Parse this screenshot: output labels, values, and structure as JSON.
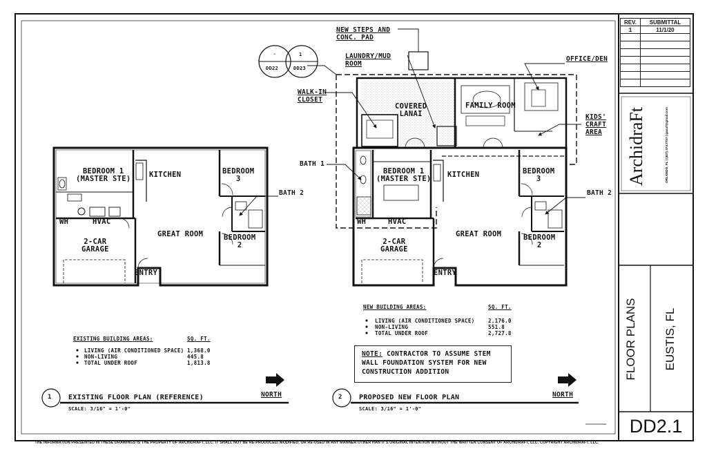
{
  "sheet": {
    "number": "DD2.1",
    "title": "FLOOR PLANS",
    "location": "EUSTIS, FL",
    "footer": "THE INFORMATION PRESENTED IN THESE DRAWINGS IS THE PROPERTY OF ARCHIDRAFT, LLC. IT SHALL NOT BE RE-PRODUCED, MODIFIED, OR RE-USED IN ANY MANNER OTHER HAN IT'S ORIGINAL INTENTION WITHOUT THE WRITTEN CONSENT OF ARCHIDRAFT, LLC. COPYRIGHT ARCHIDRAFT, LLC."
  },
  "revisions": {
    "header_rev": "REV.",
    "header_submittal": "SUBMITTAL",
    "rows": [
      {
        "rev": "1",
        "date": "11/1/20"
      }
    ]
  },
  "firm": {
    "name": "ArchidraFt",
    "contact": "ORLANDO, FL | (407) 474.7737 | gaouf@gmail.com"
  },
  "existing_plan": {
    "number": "1",
    "title": "EXISTING FLOOR PLAN (REFERENCE)",
    "scale": "SCALE: 3/16\" = 1'-0\"",
    "north": "NORTH",
    "rooms": {
      "bedroom1_a": "BEDROOM 1",
      "bedroom1_b": "(MASTER STE)",
      "kitchen": "KITCHEN",
      "bedroom3_a": "BEDROOM",
      "bedroom3_b": "3",
      "bath2": "BATH 2",
      "wh": "WH",
      "hvac": "HVAC",
      "great_room": "GREAT ROOM",
      "garage_a": "2-CAR",
      "garage_b": "GARAGE",
      "bedroom2_a": "BEDROOM",
      "bedroom2_b": "2",
      "entry": "ENTRY"
    },
    "areas": {
      "title": "EXISTING BUILDING AREAS:",
      "unit": "SQ. FT.",
      "rows": [
        {
          "label": "LIVING (AIR CONDITIONED SPACE)",
          "value": "1,368.0"
        },
        {
          "label": "NON-LIVING",
          "value": "445.8"
        },
        {
          "label": "TOTAL UNDER ROOF",
          "value": "1,813.8"
        }
      ]
    }
  },
  "proposed_plan": {
    "number": "2",
    "title": "PROPOSED NEW FLOOR PLAN",
    "scale": "SCALE: 3/16\" = 1'-0\"",
    "north": "NORTH",
    "detail_refs": [
      {
        "top": "·",
        "bottom": "DD22"
      },
      {
        "top": "1",
        "bottom": "DD23"
      }
    ],
    "callouts": {
      "steps_a": "NEW STEPS AND",
      "steps_b": "CONC. PAD",
      "laundry_a": "LAUNDRY/MUD",
      "laundry_b": "ROOM",
      "office": "OFFICE/DEN",
      "walkin_a": "WALK-IN",
      "walkin_b": "CLOSET",
      "kids_a": "KIDS'",
      "kids_b": "CRAFT",
      "kids_c": "AREA",
      "bath1": "BATH 1",
      "bath2": "BATH 2"
    },
    "rooms": {
      "lanai_a": "COVERED",
      "lanai_b": "LANAI",
      "family": "FAMILY ROOM",
      "bedroom1_a": "BEDROOM 1",
      "bedroom1_b": "(MASTER STE)",
      "kitchen": "KITCHEN",
      "bedroom3_a": "BEDROOM",
      "bedroom3_b": "3",
      "wh": "WH",
      "hvac": "HVAC",
      "great_room": "GREAT ROOM",
      "garage_a": "2-CAR",
      "garage_b": "GARAGE",
      "bedroom2_a": "BEDROOM",
      "bedroom2_b": "2",
      "entry": "ENTRY"
    },
    "areas": {
      "title": "NEW BUILDING AREAS:",
      "unit": "SQ. FT.",
      "rows": [
        {
          "label": "LIVING (AIR CONDITIONED SPACE)",
          "value": "2,176.0"
        },
        {
          "label": "NON-LIVING",
          "value": "551.8"
        },
        {
          "label": "TOTAL UNDER ROOF",
          "value": "2,727.8"
        }
      ]
    },
    "note": {
      "label": "NOTE:",
      "line1": " CONTRACTOR TO ASSUME STEM",
      "line2": "WALL FOUNDATION SYSTEM FOR NEW",
      "line3": "CONSTRUCTION ADDITION"
    }
  }
}
